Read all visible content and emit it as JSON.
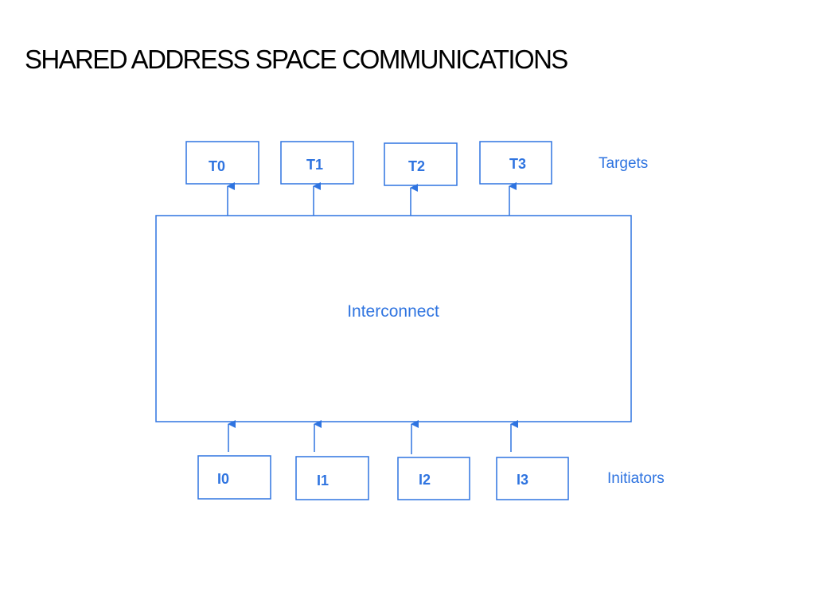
{
  "title": "SHARED ADDRESS SPACE COMMUNICATIONS",
  "colors": {
    "diagram_blue": "#2f74e0",
    "background": "#ffffff",
    "title_text": "#000000"
  },
  "interconnect": {
    "label": "Interconnect"
  },
  "targets": {
    "group_label": "Targets",
    "items": [
      {
        "label": "T0"
      },
      {
        "label": "T1"
      },
      {
        "label": "T2"
      },
      {
        "label": "T3"
      }
    ]
  },
  "initiators": {
    "group_label": "Initiators",
    "items": [
      {
        "label": "I0"
      },
      {
        "label": "I1"
      },
      {
        "label": "I2"
      },
      {
        "label": "I3"
      }
    ]
  }
}
